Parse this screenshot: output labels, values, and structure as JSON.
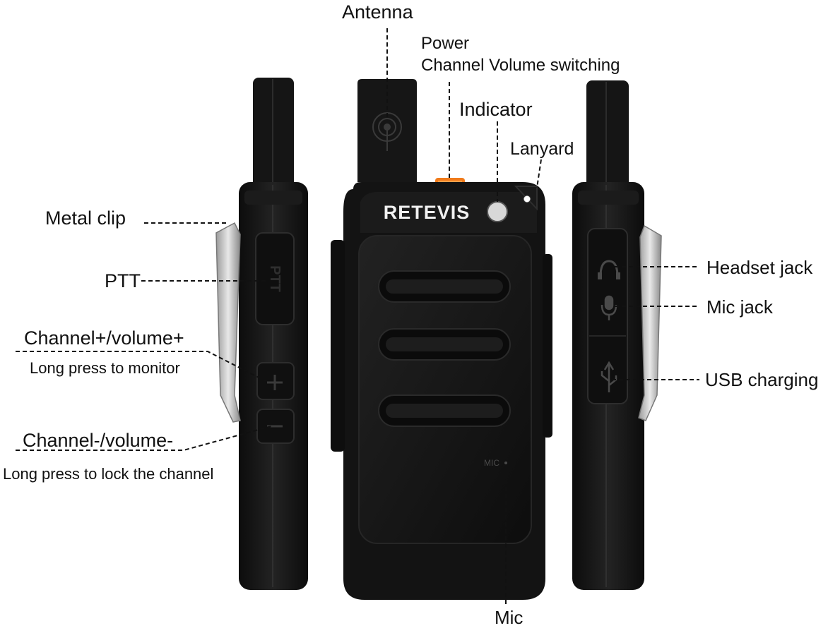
{
  "brand": "RETEVIS",
  "mic_print": "MIC",
  "ptt_print": "PTT",
  "labels": {
    "antenna": "Antenna",
    "power": "Power",
    "channel_volume_switching": "Channel Volume switching",
    "indicator": "Indicator",
    "lanyard": "Lanyard",
    "metal_clip": "Metal clip",
    "ptt": "PTT",
    "channel_plus": "Channel+/volume+",
    "long_press_monitor": "Long press to monitor",
    "channel_minus": "Channel-/volume-",
    "long_press_lock": "Long press to lock the channel",
    "headset_jack": "Headset jack",
    "mic_jack": "Mic jack",
    "usb_charging": "USB charging",
    "mic": "Mic"
  },
  "colors": {
    "body": "#141414",
    "body_edge": "#2a2a2a",
    "grille": "#1e1e1e",
    "knob": "#f07a1a",
    "led": "#d8d8d8",
    "clip": "#c9c9c9",
    "leader": "#111111"
  },
  "icons": [
    "antenna-icon",
    "headset-icon",
    "mic-icon",
    "usb-icon",
    "plus-icon",
    "minus-icon"
  ]
}
